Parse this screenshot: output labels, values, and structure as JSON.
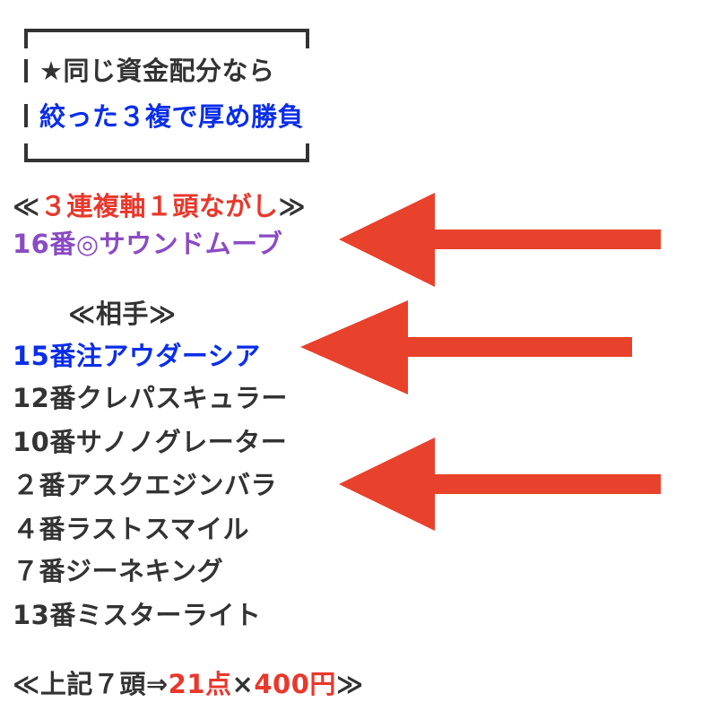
{
  "box": {
    "line1": "★同じ資金配分なら",
    "line2": "絞った３複で厚め勝負"
  },
  "axis": {
    "open": "≪",
    "title": "３連複軸１頭ながし",
    "close": "≫",
    "horse": "16番◎サウンドムーブ"
  },
  "partners": {
    "heading": "≪相手≫",
    "items": [
      "15番注アウダーシア",
      "12番クレパスキュラー",
      "10番サノノグレーター",
      "２番アスクエジンバラ",
      "４番ラストスマイル",
      "７番ジーネキング",
      "13番ミスターライト"
    ]
  },
  "footer": {
    "open": "≪",
    "text": "上記７頭⇒",
    "points": "21点",
    "times": "×",
    "amount": "400円",
    "close": "≫"
  },
  "colors": {
    "red": "#e8382c",
    "blue": "#0a2ee8",
    "purple": "#8a4bc4",
    "arrow": "#e8412c"
  }
}
